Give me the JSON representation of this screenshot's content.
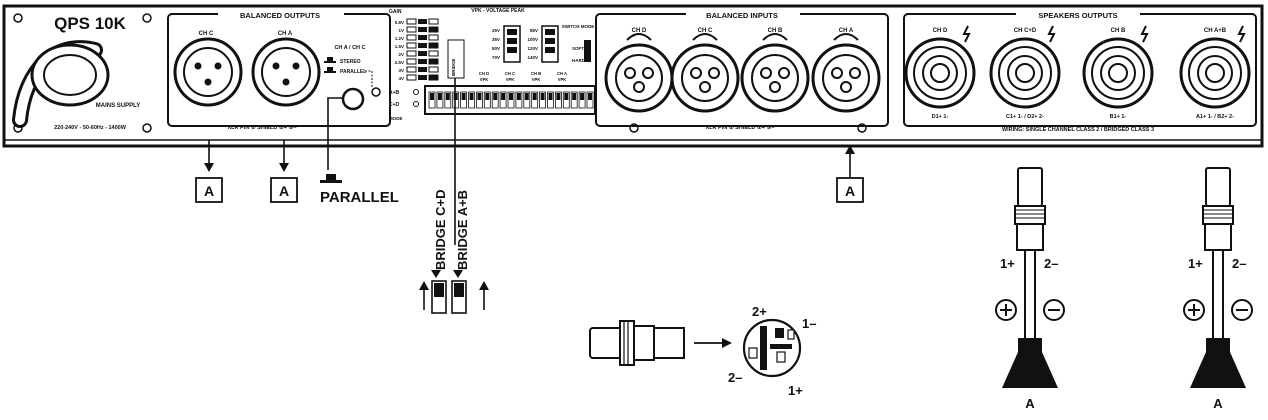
{
  "panel": {
    "model": "QPS 10K",
    "mains_label": "MAINS SUPPLY",
    "mains_spec": "220-240V - 50-60Hz - 1400W",
    "balanced_outputs": {
      "title": "BALANCED OUTPUTS",
      "ch_c": "CH C",
      "ch_a": "CH A",
      "switch_title": "CH A / CH C",
      "switch_stereo": "STEREO",
      "switch_parallel": "PARALLEL",
      "pin_legend": "XLR PIN ① SHIELD ②+ ③–"
    },
    "dip": {
      "left_label": "GAIN",
      "gain_values": [
        "0.8V",
        "1V",
        "1.2V",
        "1.5V",
        "2V",
        "2.5V",
        "3V",
        "4V"
      ],
      "ab_label": "A+B",
      "cd_label": "C+D",
      "bridge_label": "BRIDGE",
      "vpk_title": "VPK - VOLTAGE PEAK",
      "vpk_values_left": [
        "25V",
        "35V",
        "50V",
        "70V"
      ],
      "vpk_values_right": [
        "85V",
        "100V",
        "120V",
        "140V"
      ],
      "switch_labels": [
        "CH D VPK",
        "CH C VPK",
        "CH B VPK",
        "CH A VPK"
      ],
      "mode_title": "SWITCH MODE",
      "mode_soft": "SOFT",
      "mode_hard": "HARD"
    },
    "balanced_inputs": {
      "title": "BALANCED INPUTS",
      "channels": [
        "CH D",
        "CH C",
        "CH B",
        "CH A"
      ],
      "pin_legend": "XLR PIN ① SHIELD ②+ ③–"
    },
    "speakers_outputs": {
      "title": "SPEAKERS OUTPUTS",
      "channels": [
        "CH D",
        "CH C+D",
        "CH B",
        "CH A+B"
      ],
      "pins": [
        "D1+ 1-",
        "C1+ 1- / D2+ 2-",
        "B1+ 1-",
        "A1+ 1- / B2+ 2-"
      ],
      "wiring": "WIRING: SINGLE CHANNEL CLASS 2 / BRIDGED CLASS 3"
    }
  },
  "callouts": {
    "box_letter": "A",
    "parallel": "PARALLEL",
    "bridge_cd": "BRIDGE C+D",
    "bridge_ab": "BRIDGE A+B"
  },
  "speakon": {
    "pin_2p": "2+",
    "pin_1m": "1–",
    "pin_2m": "2–",
    "pin_1p": "1+"
  },
  "speakers": [
    {
      "plus": "1+",
      "minus": "2–",
      "label": "A"
    },
    {
      "plus": "1+",
      "minus": "2–",
      "label": "A"
    }
  ],
  "colors": {
    "ink": "#111111",
    "panel_fill": "#ffffff",
    "dark": "#1a1a1a"
  }
}
